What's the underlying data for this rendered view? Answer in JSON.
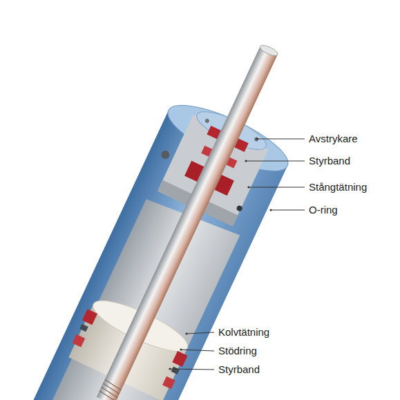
{
  "diagram": {
    "labels": [
      "Avstrykare",
      "Styrband",
      "Stångtätning",
      "O-ring",
      "Kolvtätning",
      "Stödring",
      "Styrband"
    ]
  }
}
